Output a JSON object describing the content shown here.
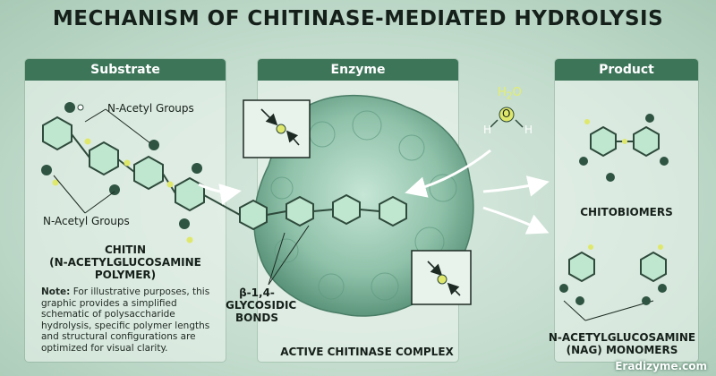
{
  "title": "MECHANISM OF CHITINASE-MEDIATED HYDROLYSIS",
  "panels": {
    "substrate": "Substrate",
    "enzyme": "Enzyme",
    "product": "Product"
  },
  "labels": {
    "acetyl_top": "N-Acetyl Groups",
    "acetyl_bottom": "N-Acetyl Groups",
    "chitin_line1": "CHITIN",
    "chitin_line2": "(N-ACETYLGLUCOSAMINE",
    "chitin_line3": "POLYMER)",
    "bond_line1": "β-1,4-",
    "bond_line2": "GLYCOSIDIC",
    "bond_line3": "BONDS",
    "active_complex": "ACTIVE CHITINASE COMPLEX",
    "chitobiomers": "CHITOBIOMERS",
    "nag_line1": "N-ACETYLGLUCOSAMINE",
    "nag_line2": "(NAG) MONOMERS",
    "water_h": "H",
    "water_sub": "2",
    "water_o": "O",
    "water_h_left": "H",
    "water_h_right": "H"
  },
  "note": {
    "prefix": "Note:",
    "text": "For illustrative purposes, this graphic provides a simplified schematic of polysaccharide hydrolysis, specific polymer lengths and structural configurations are optimized for visual clarity."
  },
  "watermark": "Eradizyme.com",
  "colors": {
    "header_green": "#3d7559",
    "ring_fill": "#bfe6cf",
    "ring_stroke": "#2e4a3b",
    "atom_dark": "#2f5442",
    "atom_yellow": "#dfe86b",
    "enzyme": "#8fc1a9"
  }
}
